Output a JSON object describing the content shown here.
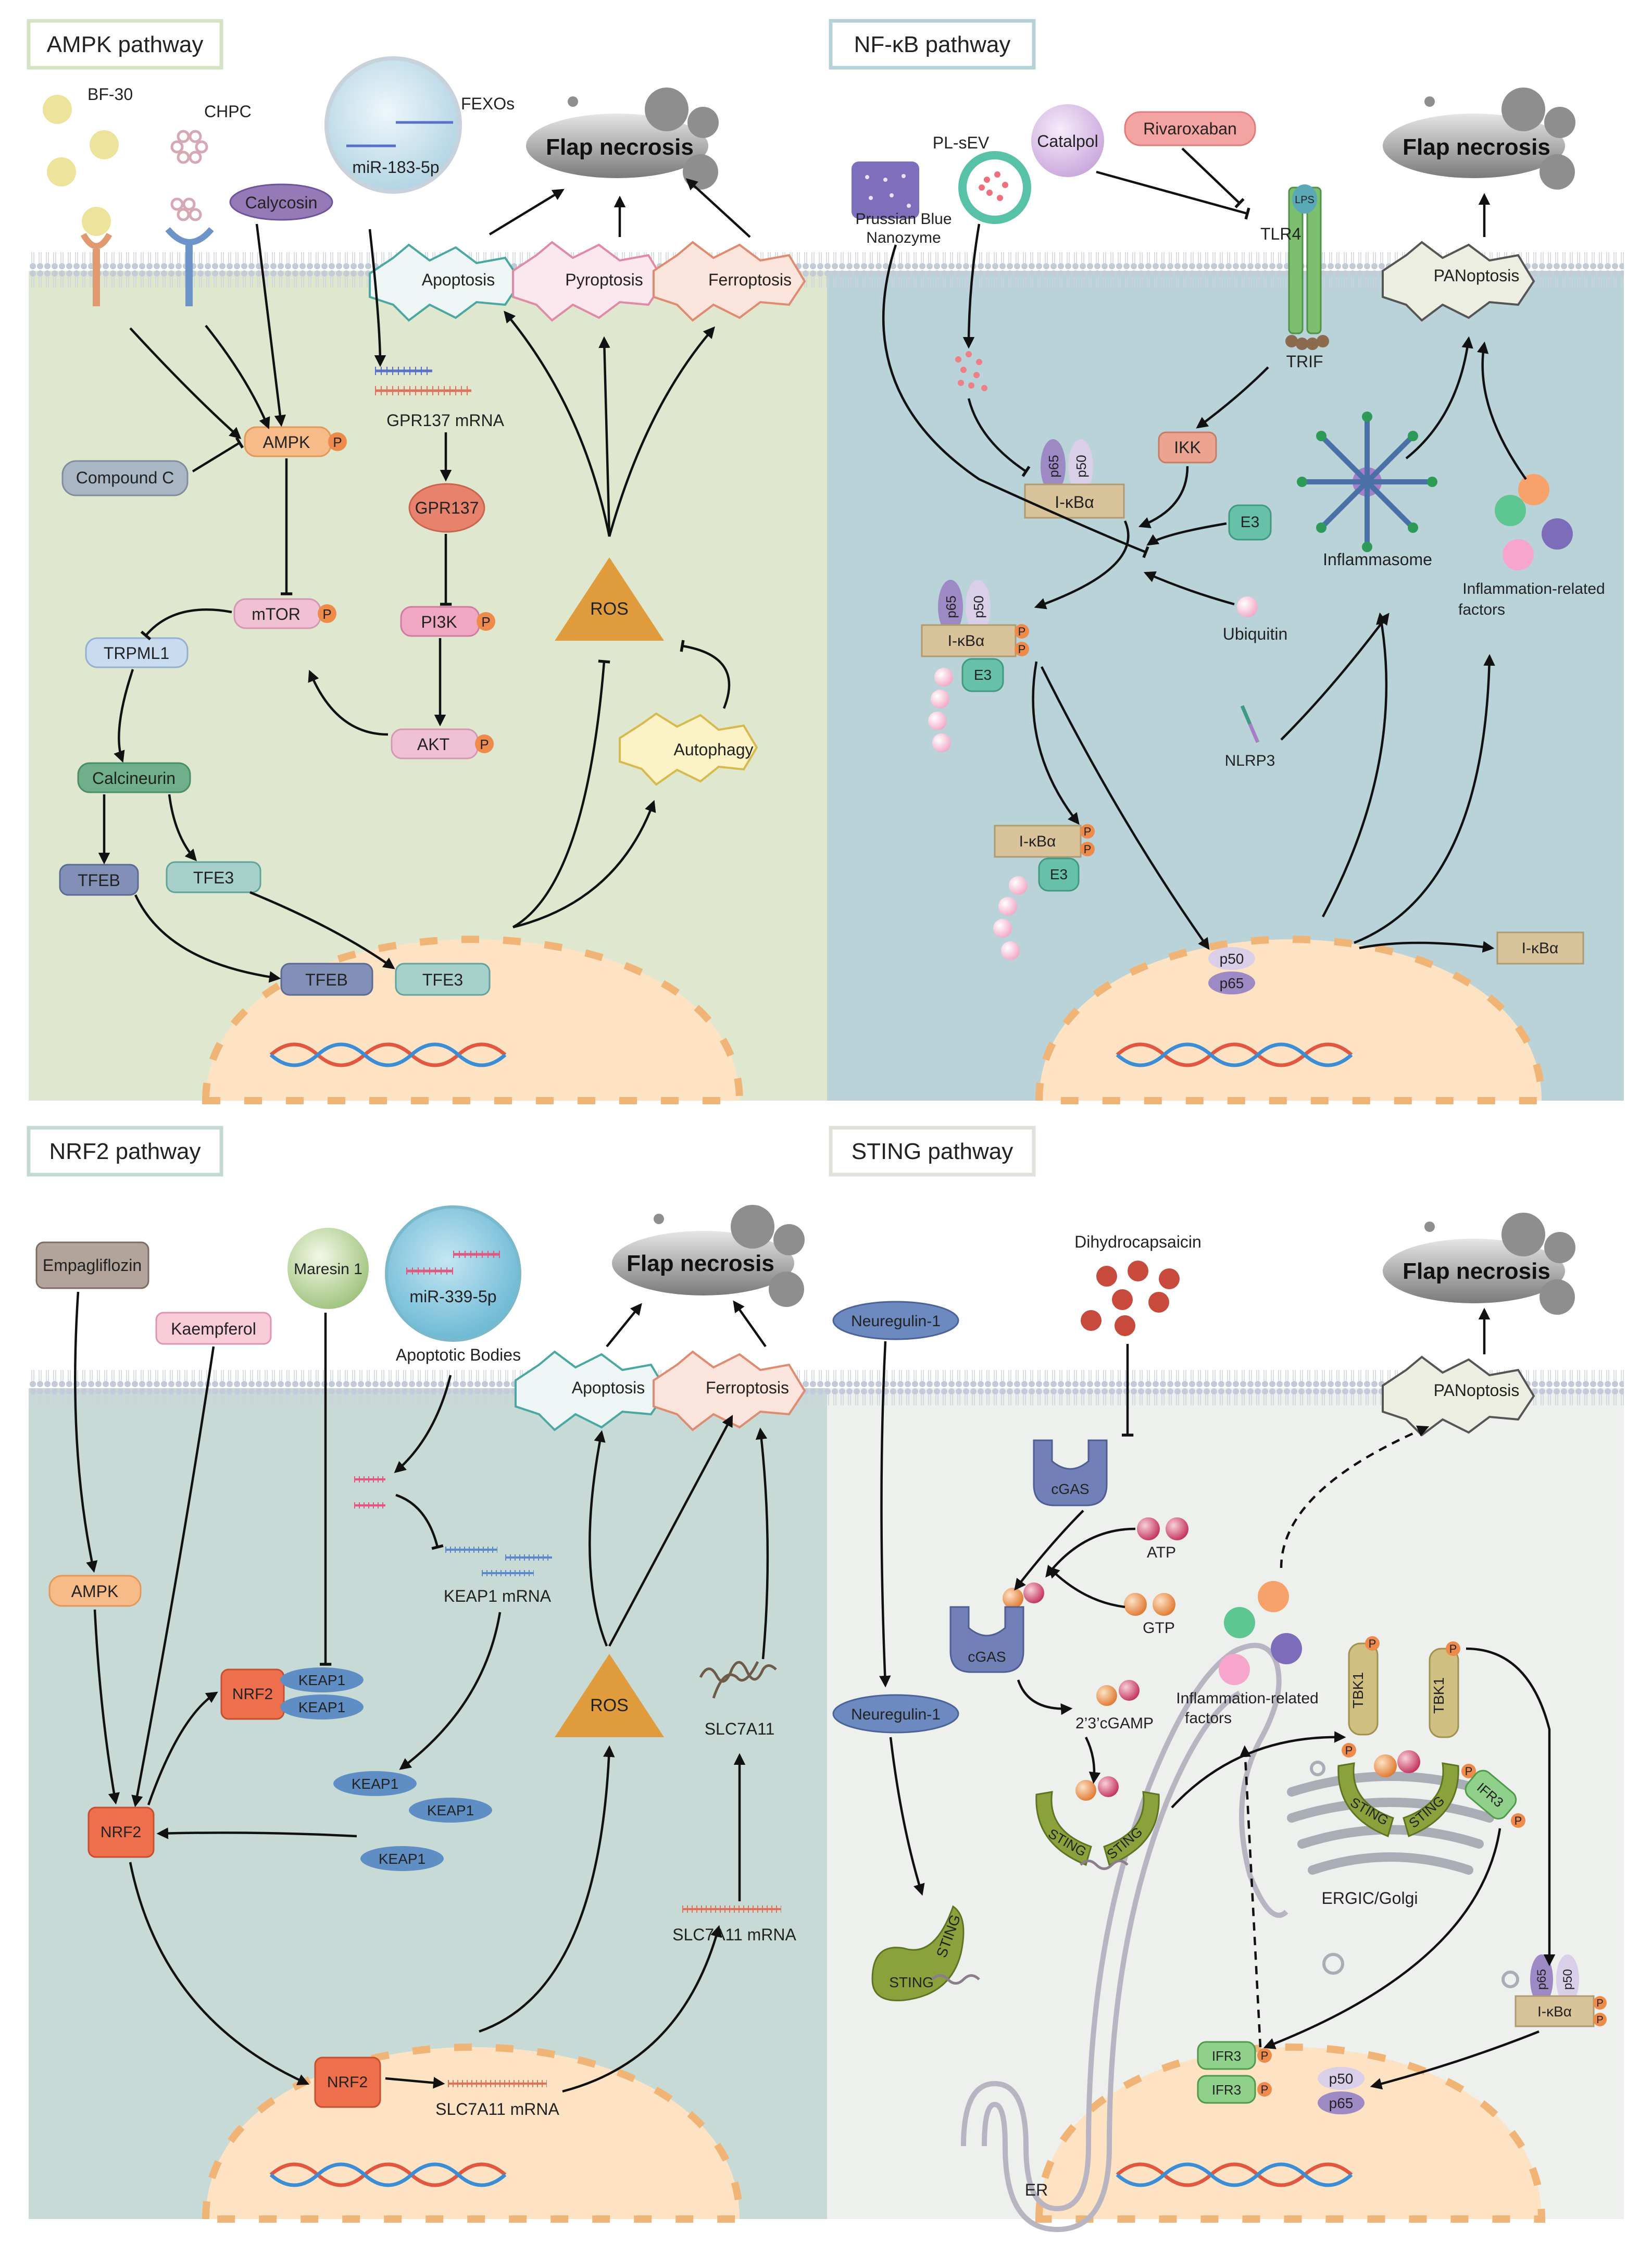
{
  "ampk": {
    "title": "AMPK pathway",
    "bf30": "BF-30",
    "chpc": "CHPC",
    "calycosin": "Calycosin",
    "fexos": "FEXOs",
    "mir183": "miR-183-5p",
    "flap": "Flap necrosis",
    "apoptosis": "Apoptosis",
    "pyroptosis": "Pyroptosis",
    "ferroptosis": "Ferroptosis",
    "ampk": "AMPK",
    "compound_c": "Compound C",
    "mtor": "mTOR",
    "trpml1": "TRPML1",
    "calcineurin": "Calcineurin",
    "tfeb": "TFEB",
    "tfe3": "TFE3",
    "gpr137_mrna": "GPR137 mRNA",
    "gpr137": "GPR137",
    "pi3k": "PI3K",
    "akt": "AKT",
    "ros": "ROS",
    "autophagy": "Autophagy",
    "p": "P"
  },
  "nfkb": {
    "title": "NF-κB pathway",
    "pl_sev": "PL-sEV",
    "catalpol": "Catalpol",
    "rivaroxaban": "Rivaroxaban",
    "prussian_1": "Prussian Blue",
    "prussian_2": "Nanozyme",
    "tlr4": "TLR4",
    "lps": "LPS",
    "trif": "TRIF",
    "flap": "Flap necrosis",
    "panoptosis": "PANoptosis",
    "ikk": "IKK",
    "e3": "E3",
    "ikba": "I-κBα",
    "p65": "p65",
    "p50": "p50",
    "ubiquitin": "Ubiquitin",
    "inflammasome": "Inflammasome",
    "infl_1": "Inflammation-related",
    "infl_2": "factors",
    "nlrp3": "NLRP3",
    "p": "P"
  },
  "nrf2": {
    "title": "NRF2 pathway",
    "empagliflozin": "Empagliflozin",
    "kaempferol": "Kaempferol",
    "maresin": "Maresin 1",
    "mir339": "miR-339-5p",
    "apoptotic_bodies": "Apoptotic Bodies",
    "flap": "Flap necrosis",
    "apoptosis": "Apoptosis",
    "ferroptosis": "Ferroptosis",
    "ampk": "AMPK",
    "nrf2": "NRF2",
    "keap1": "KEAP1",
    "keap1_mrna": "KEAP1 mRNA",
    "ros": "ROS",
    "slc7a11": "SLC7A11",
    "slc7a11_mrna": "SLC7A11 mRNA"
  },
  "sting": {
    "title": "STING pathway",
    "dihydrocapsaicin": "Dihydrocapsaicin",
    "neuregulin": "Neuregulin-1",
    "flap": "Flap necrosis",
    "panoptosis": "PANoptosis",
    "cgas": "cGAS",
    "atp": "ATP",
    "gtp": "GTP",
    "cgamp": "2’3’cGAMP",
    "sting": "STING",
    "tbk1": "TBK1",
    "ifr3": "IFR3",
    "infl_1": "Inflammation-related",
    "infl_2": "factors",
    "golgi": "ERGIC/Golgi",
    "er": "ER",
    "ikba": "I-κBα",
    "p65": "p65",
    "p50": "p50",
    "p": "P"
  },
  "colors": {
    "ampk_bg": "#dfe8cf",
    "nfkb_bg": "#b9d3d9",
    "nrf2_bg": "#c8dad6",
    "sting_bg": "#edf0ec",
    "nucleus": "#fde3c3",
    "nuc_dash": "#f0b576",
    "membrane": "#c3cad6",
    "flap": "#8f8f8f",
    "ros": "#e09b3d",
    "phospho": "#ee8a4a"
  }
}
